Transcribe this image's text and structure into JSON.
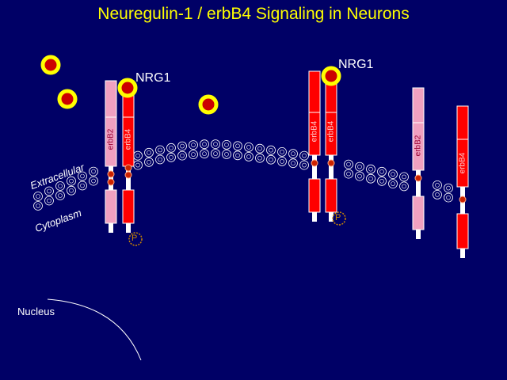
{
  "title": "Neuregulin-1 / erbB4 Signaling in Neurons",
  "labels": {
    "nrg1_left": "NRG1",
    "nrg1_right": "NRG1",
    "extracellular": "Extracellular",
    "cytoplasm": "Cytoplasm",
    "nucleus": "Nucleus",
    "phospho": "P"
  },
  "receptors": {
    "r1": "erbB2",
    "r2": "erbB4",
    "r3": "erbB4",
    "r4": "erbB4",
    "r5": "erbB2",
    "r6": "erbB4"
  },
  "colors": {
    "background": "#000066",
    "title": "#ffff00",
    "ligand_ring": "#ffff00",
    "ligand_core": "#cc0000",
    "erbB4": "#ff0000",
    "erbB2": "#f0a0c0",
    "phospho": "#cc8800",
    "membrane": "#ffffff"
  }
}
